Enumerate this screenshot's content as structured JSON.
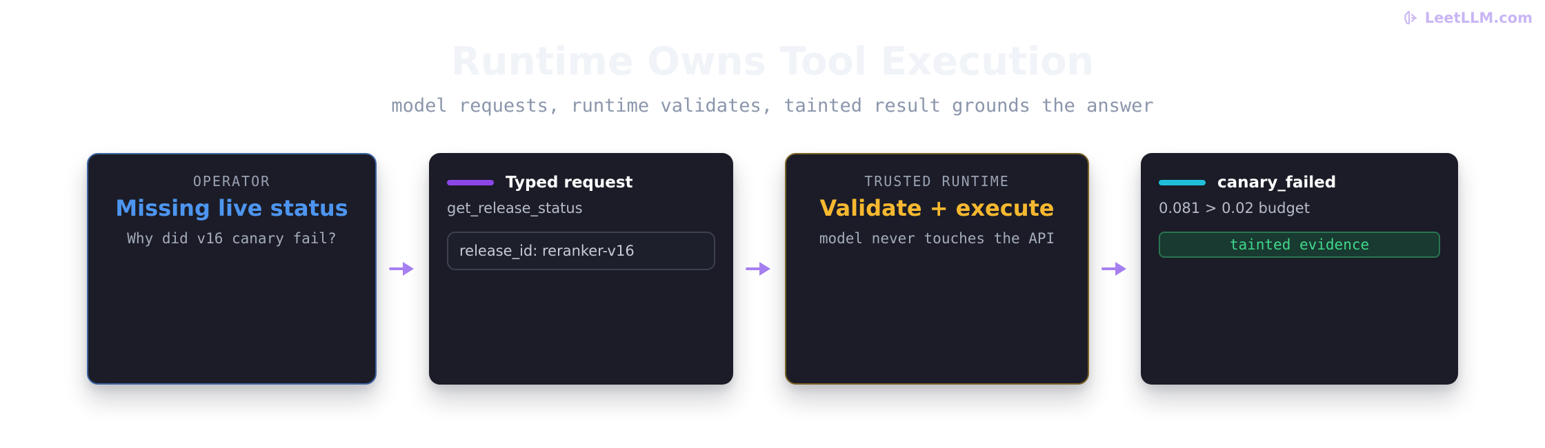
{
  "brand": {
    "name": "LeetLLM.com",
    "icon": "brain-icon"
  },
  "title": "Runtime Owns Tool Execution",
  "subtitle": "model requests, runtime validates, tainted result grounds the answer",
  "colors": {
    "title_text": "#f0f3f8",
    "operator_accent": "#4d95f0",
    "runtime_accent": "#f6b830",
    "request_pill": "#8c46e8",
    "result_pill": "#1fbfda",
    "evidence_green": "#3fd88c",
    "arrow": "#a680f0",
    "card_bg": "#1b1c27"
  },
  "cards": {
    "operator": {
      "kicker": "OPERATOR",
      "headline": "Missing live status",
      "note": "Why did v16 canary fail?"
    },
    "request": {
      "label": "Typed request",
      "tool": "get_release_status",
      "param": "release_id: reranker-v16"
    },
    "runtime": {
      "kicker": "TRUSTED RUNTIME",
      "headline": "Validate + execute",
      "note": "model never touches the API"
    },
    "result": {
      "label": "canary_failed",
      "metric": "0.081 > 0.02 budget",
      "badge": "tainted evidence"
    }
  },
  "connectors": [
    "arrow-right-icon",
    "arrow-right-icon",
    "arrow-right-icon"
  ]
}
